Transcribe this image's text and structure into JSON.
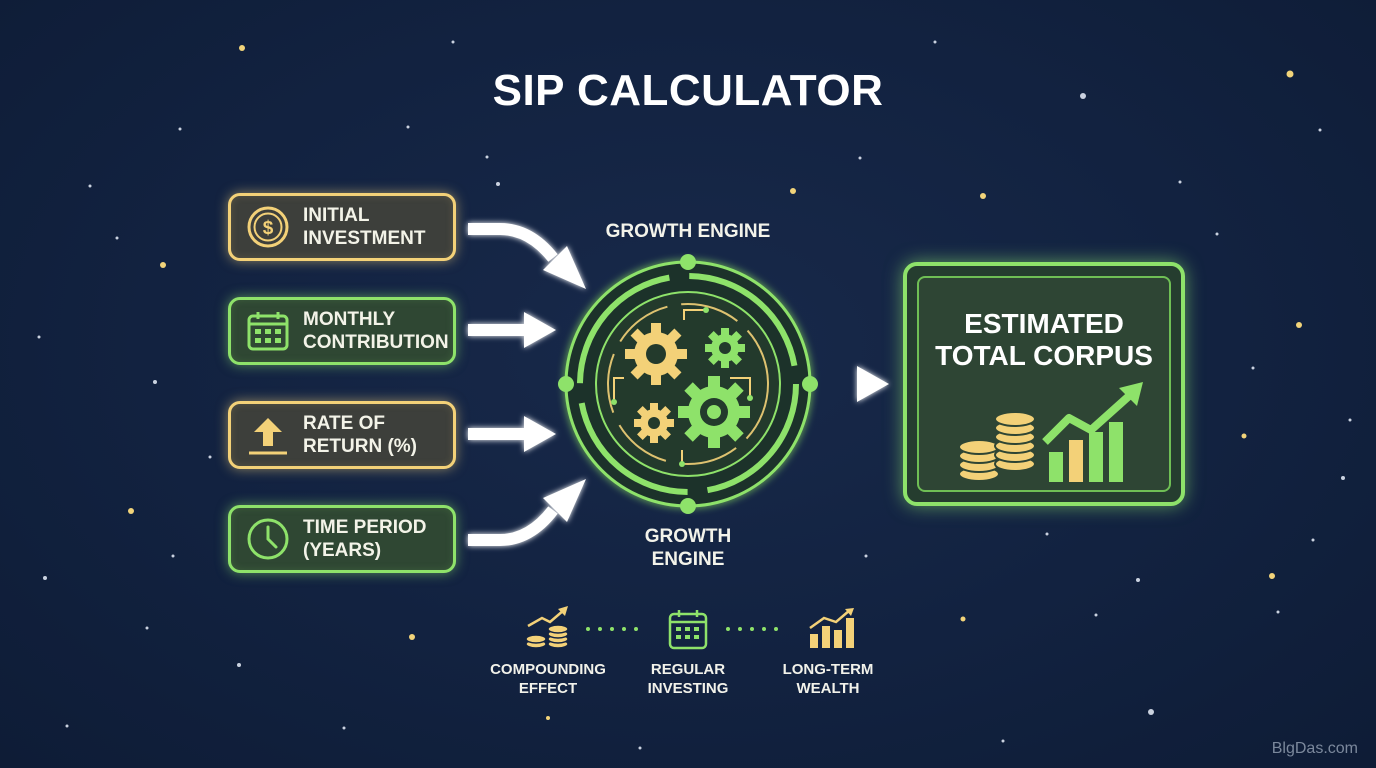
{
  "title": "SIP CALCULATOR",
  "inputs": [
    {
      "line1": "INITIAL",
      "line2": "INVESTMENT",
      "icon": "dollar-coin-icon",
      "color": "#f3d178"
    },
    {
      "line1": "MONTHLY",
      "line2": "CONTRIBUTION",
      "icon": "calendar-icon",
      "color": "#8ee26a"
    },
    {
      "line1": "RATE OF",
      "line2": "RETURN (%)",
      "icon": "upload-arrow-icon",
      "color": "#f3d178"
    },
    {
      "line1": "TIME PERIOD",
      "line2": "(YEARS)",
      "icon": "clock-icon",
      "color": "#8ee26a"
    }
  ],
  "engine": {
    "top_label": "GROWTH ENGINE",
    "bottom_label_line1": "GROWTH",
    "bottom_label_line2": "ENGINE",
    "icon": "gears-icon"
  },
  "output": {
    "line1": "ESTIMATED",
    "line2": "TOTAL CORPUS",
    "icons": [
      "coin-stack-icon",
      "rising-bar-chart-icon"
    ]
  },
  "benefits": [
    {
      "line1": "COMPOUNDING",
      "line2": "EFFECT",
      "icon": "coins-growth-icon"
    },
    {
      "line1": "REGULAR",
      "line2": "INVESTING",
      "icon": "calendar-icon"
    },
    {
      "line1": "LONG-TERM",
      "line2": "WEALTH",
      "icon": "bar-chart-icon"
    }
  ],
  "watermark": "BlgDas.com",
  "colors": {
    "background": "#122240",
    "accent_green": "#8ee26a",
    "accent_yellow": "#f3d178",
    "text": "#ffffff"
  }
}
